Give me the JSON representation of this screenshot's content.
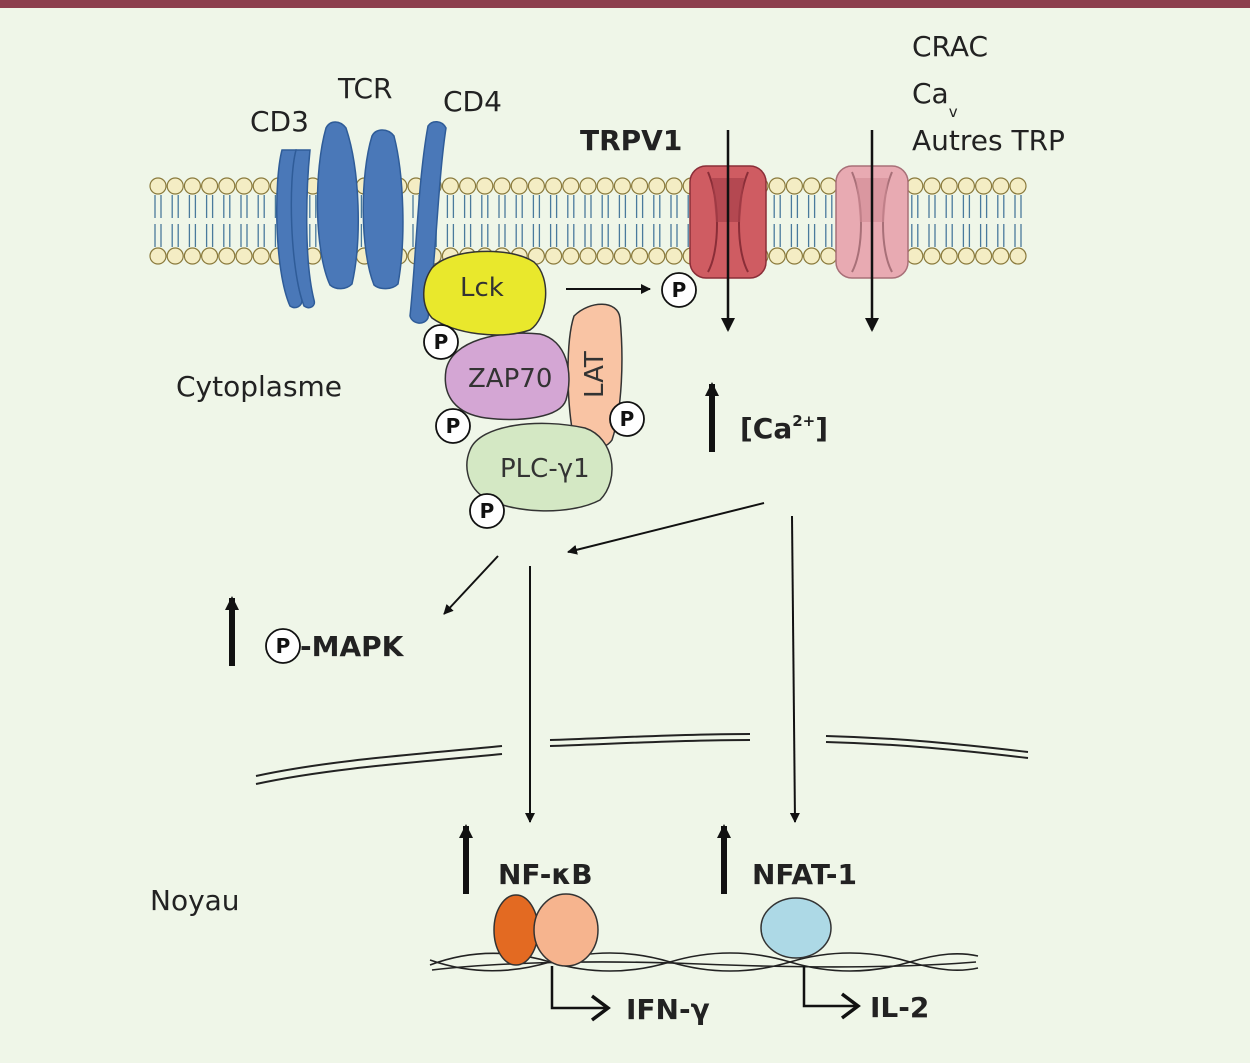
{
  "colors": {
    "background": "#eff6e8",
    "top_bar": "#8c3f4d",
    "receptor_blue": "#4a78b8",
    "lck_yellow": "#e9e82c",
    "zap70_purple": "#d4a6d4",
    "lat_peach": "#f9c4a4",
    "plc_green": "#d4e8c4",
    "trpv1_channel": "#cf5c62",
    "other_channel": "#e8aab2",
    "nfkb_dark": "#e36a22",
    "nfkb_light": "#f6b48e",
    "nfat_blue": "#add9e6",
    "membrane_head": "#f4edc4"
  },
  "labels": {
    "cd3": "CD3",
    "tcr": "TCR",
    "cd4": "CD4",
    "trpv1": "TRPV1",
    "crac": "CRAC",
    "cav_main": "Ca",
    "cav_sub": "v",
    "autres_trp": "Autres TRP",
    "cytoplasme": "Cytoplasme",
    "noyau": "Noyau",
    "lck": "Lck",
    "zap70": "ZAP70",
    "lat": "LAT",
    "plc": "PLC-γ1",
    "p": "P",
    "ca_prefix": "[Ca",
    "ca_sup": "2+",
    "ca_suffix": "]",
    "mapk": "-MAPK",
    "nfkb": "NF-κB",
    "nfat": "NFAT-1",
    "ifng": "IFN-γ",
    "il2": "IL-2"
  }
}
